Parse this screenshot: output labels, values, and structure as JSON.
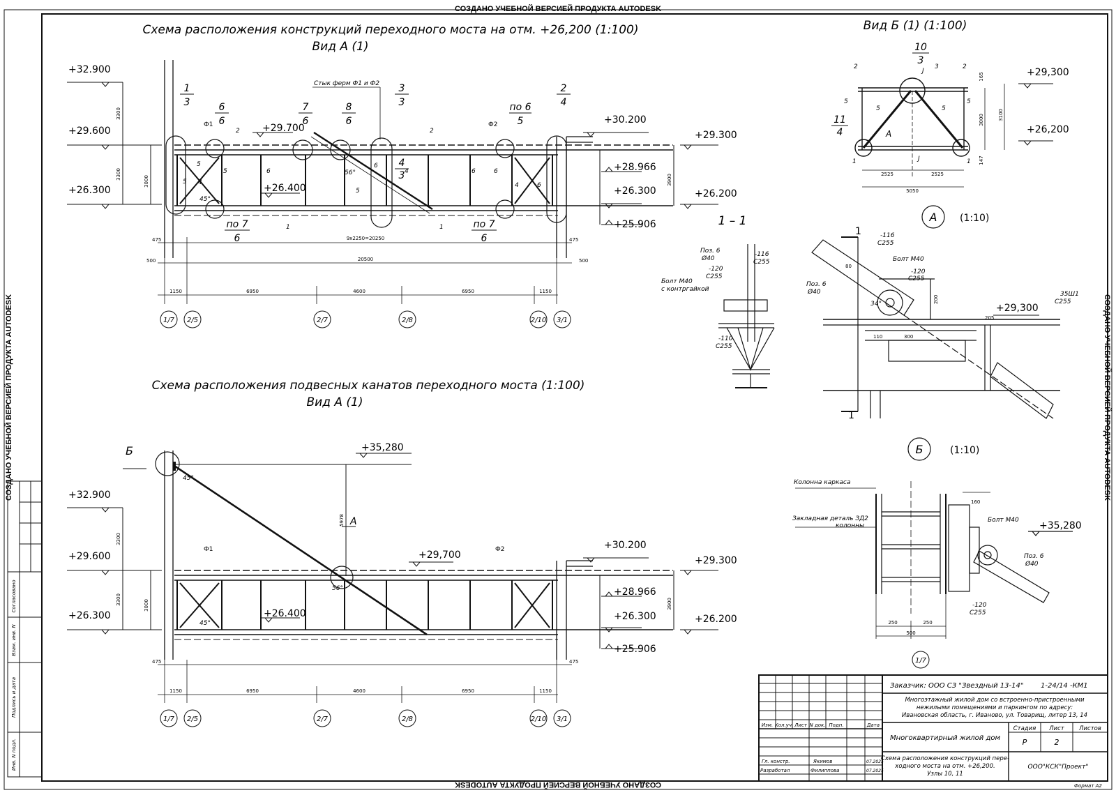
{
  "watermark": "СОЗДАНО УЧЕБНОЙ ВЕРСИЕЙ ПРОДУКТА AUTODESK",
  "view1": {
    "title": "Схема расположения конструкций переходного моста на отм. +26,200  (1:100)",
    "subtitle": "Вид А (1)",
    "splice_note": "Стык ферм Ф1 и Ф2",
    "elevations": {
      "e32900": "+32.900",
      "e29600": "+29.600",
      "e26300": "+26.300",
      "e29700": "+29.700",
      "e26400": "+26.400",
      "e30200": "+30.200",
      "e28966": "+28.966",
      "e26300b": "+26.300",
      "e25906": "+25.906",
      "e29300": "+29.300",
      "e26200": "+26.200"
    },
    "truss_labels": {
      "f1": "Ф1",
      "f2": "Ф2"
    },
    "leaders": {
      "l1_top": "1",
      "l1_bot": "3",
      "l2_top": "6",
      "l2_bot": "6",
      "l3_top": "7",
      "l3_bot": "6",
      "l4_top": "8",
      "l4_bot": "6",
      "l5_top": "3",
      "l5_bot": "3",
      "l6_top": "по 6",
      "l6_bot": "5",
      "l7_top": "2",
      "l7_bot": "4",
      "l8_top": "по 7",
      "l8_bot": "6",
      "l9_top": "4",
      "l9_bot": "3",
      "l10_top": "по 7",
      "l10_bot": "6"
    },
    "member_marks": {
      "m2a": "2",
      "m2b": "2",
      "m1a": "1",
      "m1b": "1",
      "m5a": "5",
      "m5b": "5",
      "m5c": "5",
      "m4a": "4",
      "m4b": "4",
      "m4c": "4",
      "m6a": "6",
      "m6b": "6",
      "m6c": "6",
      "m6d": "6",
      "m6e": "6",
      "m5d": "5"
    },
    "dims": {
      "d3300a": "3300",
      "d3300b": "3300",
      "d3000": "3000",
      "d3900": "3900",
      "d475a": "475",
      "d475b": "475",
      "d500a": "500",
      "d500b": "500",
      "d9x2250": "9х2250=20250",
      "d20500": "20500",
      "d1150a": "1150",
      "d6950a": "6950",
      "d4600": "4600",
      "d6950b": "6950",
      "d1150b": "1150"
    },
    "angles": {
      "a1": "45°",
      "a2": "56°"
    },
    "axes": [
      "1/7",
      "2/5",
      "2/7",
      "2/8",
      "2/10",
      "3/1"
    ]
  },
  "view2": {
    "title": "Схема расположения подвесных канатов переходного моста  (1:100)",
    "subtitle": "Вид А (1)",
    "elevations": {
      "e35280": "+35,280",
      "e32900": "+32.900",
      "e29600": "+29.600",
      "e26300": "+26.300",
      "e29700": "+29,700",
      "e26400": "+26.400",
      "e30200": "+30.200",
      "e28966": "+28.966",
      "e26300b": "+26.300",
      "e25906": "+25.906",
      "e29300": "+29.300",
      "e26200": "+26.200"
    },
    "truss_labels": {
      "f1": "Ф1",
      "f2": "Ф2"
    },
    "callouts": {
      "b": "Б",
      "a": "А"
    },
    "dims": {
      "d5978": "5978",
      "d3300a": "3300",
      "d3300b": "3300",
      "d3000": "3000",
      "d3900": "3900",
      "d475a": "475",
      "d475b": "475",
      "d1150a": "1150",
      "d6950a": "6950",
      "d4600": "4600",
      "d6950b": "6950",
      "d1150b": "1150"
    },
    "angles": {
      "a1": "45°",
      "a2": "56°",
      "a3": "45°"
    },
    "axes": [
      "1/7",
      "2/5",
      "2/7",
      "2/8",
      "2/10",
      "3/1"
    ]
  },
  "section11": {
    "title": "1 – 1",
    "pos6": "Поз. 6",
    "d40": "Ø40",
    "p116": "-116",
    "c255a": "С255",
    "p120": "-120",
    "c255b": "С255",
    "bolt": "Болт М40",
    "bolt2": "с контргайкой",
    "p110": "-110",
    "c255c": "С255"
  },
  "viewB": {
    "title": "Вид Б (1)   (1:100)",
    "e29300": "+29,300",
    "e26200": "+26,200",
    "leaders": {
      "top_a": "10",
      "top_b": "3",
      "left_a": "11",
      "left_b": "4"
    },
    "marks": {
      "m2a": "2",
      "m2b": "2",
      "m3": "3",
      "m5a": "5",
      "m5b": "5",
      "m5c": "5",
      "m5d": "5",
      "m1a": "1",
      "m1b": "1",
      "mA": "A",
      "mJ1": "J",
      "mJ2": "J"
    },
    "dims": {
      "d2525a": "2525",
      "d2525b": "2525",
      "d5050": "5050",
      "d3000": "3000",
      "d3100": "3100",
      "d165": "165",
      "d147": "147"
    }
  },
  "nodeA": {
    "circle": "А",
    "scale": "(1:10)",
    "cut1": "1",
    "cut1b": "1",
    "p116": "-116",
    "c255a": "С255",
    "bolt": "Болт М40",
    "p120": "-120",
    "c255b": "С255",
    "pos6": "Поз. 6",
    "d40": "Ø40",
    "e29300": "+29,300",
    "beam": "35Ш1",
    "c255c": "С255",
    "dims": {
      "d110": "110",
      "d300": "300",
      "d200": "200",
      "d205": "205",
      "d80": "80"
    },
    "angle": "34°"
  },
  "nodeB": {
    "circle": "Б",
    "scale": "(1:10)",
    "column": "Колонна каркаса",
    "embed1": "Закладная деталь ЗД2",
    "embed2": "колонны",
    "bolt": "Болт М40",
    "e35280": "+35,280",
    "pos6": "Поз. 6",
    "d40": "Ø40",
    "p120": "-120",
    "c255": "С255",
    "dims": {
      "d160": "160",
      "d250a": "250",
      "d250b": "250",
      "d500": "500"
    },
    "axis": "1/7"
  },
  "stamp": {
    "customer": "Заказчик: ООО СЗ \"Звездный 13-14\"",
    "code": "1-24/14  -КМ1",
    "project1": "Многоэтажный жилой дом со встроенно-пристроенными",
    "project2": "нежилыми помещениями и паркингом по адресу:",
    "project3": "Ивановская область, г. Иваново, ул. Товарищ, литер 13, 14",
    "cols": [
      "Изм.",
      "Кол.уч.",
      "Лист",
      "N док.",
      "Подп.",
      "Дата"
    ],
    "building": "Многоквартирный жилой дом",
    "stage_h": "Стадия",
    "sheet_h": "Лист",
    "sheets_h": "Листов",
    "stage": "Р",
    "sheet": "2",
    "role1": "Гл. констр.",
    "name1": "Якимов",
    "date1": "07.2025",
    "role2": "Разработал",
    "name2": "Филиппова",
    "date2": "07.2025",
    "desc1": "Схема расположения конструкций пере-",
    "desc2": "ходного моста на отм. +26,200.",
    "desc3": "Узлы 10, 11",
    "company": "ООО\"КСК\"Проект\"",
    "format": "Формат А2"
  },
  "side_stamp": {
    "agreed": "Согласовано",
    "inv_repl": "Взам. инв. N",
    "sign_date": "Подпись и дата",
    "inv_orig": "Инв. N подл."
  }
}
